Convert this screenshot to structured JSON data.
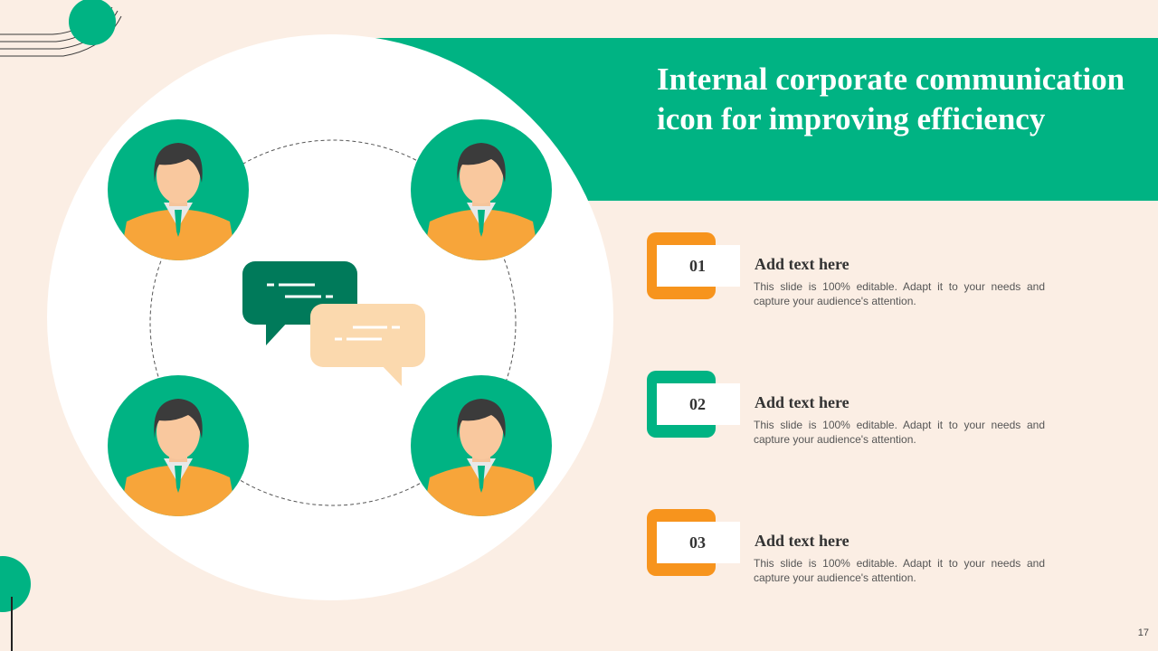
{
  "slide": {
    "title": "Internal corporate communication icon for improving efficiency",
    "page_number": "17"
  },
  "colors": {
    "background": "#FBEEE4",
    "green": "#00B383",
    "dark_green": "#007A5A",
    "orange": "#F7941D",
    "peach": "#FBD9AE",
    "white": "#FFFFFF"
  },
  "illustration": {
    "people": [
      {
        "icon": "businessman-avatar-icon"
      },
      {
        "icon": "businessman-avatar-icon"
      },
      {
        "icon": "businessman-avatar-icon"
      },
      {
        "icon": "businessman-avatar-icon"
      }
    ],
    "bubbles": [
      {
        "icon": "chat-bubble-icon",
        "color": "#007A5A"
      },
      {
        "icon": "chat-bubble-icon",
        "color": "#FBD9AE"
      }
    ]
  },
  "items": [
    {
      "number": "01",
      "heading": "Add text here",
      "text": "This slide is 100% editable. Adapt it to your needs and capture your audience's attention.",
      "accent": "#F7941D"
    },
    {
      "number": "02",
      "heading": "Add text here",
      "text": "This slide is 100% editable. Adapt it to your needs and capture your audience's attention.",
      "accent": "#00B383"
    },
    {
      "number": "03",
      "heading": "Add text here",
      "text": "This slide is 100% editable. Adapt it to your needs and capture your audience's attention.",
      "accent": "#F7941D"
    }
  ]
}
